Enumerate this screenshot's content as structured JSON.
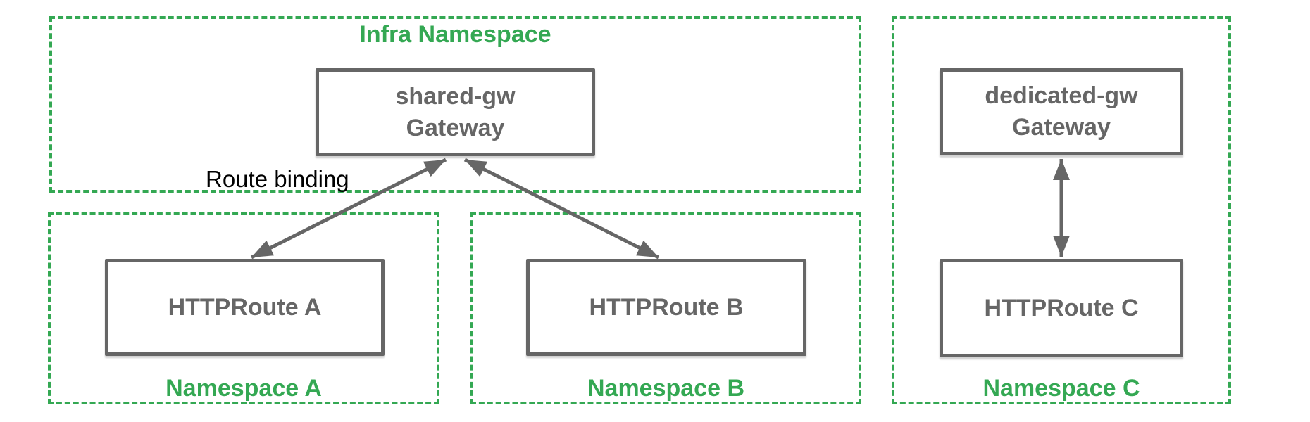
{
  "colors": {
    "namespace_green": "#34A853",
    "node_gray": "#666666",
    "text_black": "#000000",
    "canvas": "#ffffff"
  },
  "diagram": {
    "infra_namespace": {
      "label": "Infra Namespace"
    },
    "shared_gateway": {
      "name": "shared-gw",
      "kind": "Gateway"
    },
    "dedicated_gateway": {
      "name": "dedicated-gw",
      "kind": "Gateway"
    },
    "httproute_a": {
      "label": "HTTPRoute A"
    },
    "httproute_b": {
      "label": "HTTPRoute B"
    },
    "httproute_c": {
      "label": "HTTPRoute C"
    },
    "namespace_a": {
      "label": "Namespace A"
    },
    "namespace_b": {
      "label": "Namespace B"
    },
    "namespace_c": {
      "label": "Namespace C"
    },
    "route_binding_label": "Route binding",
    "edges": [
      {
        "from": "shared-gw Gateway",
        "to": "HTTPRoute A",
        "direction": "bidirectional"
      },
      {
        "from": "shared-gw Gateway",
        "to": "HTTPRoute B",
        "direction": "bidirectional"
      },
      {
        "from": "dedicated-gw Gateway",
        "to": "HTTPRoute C",
        "direction": "bidirectional"
      }
    ]
  }
}
